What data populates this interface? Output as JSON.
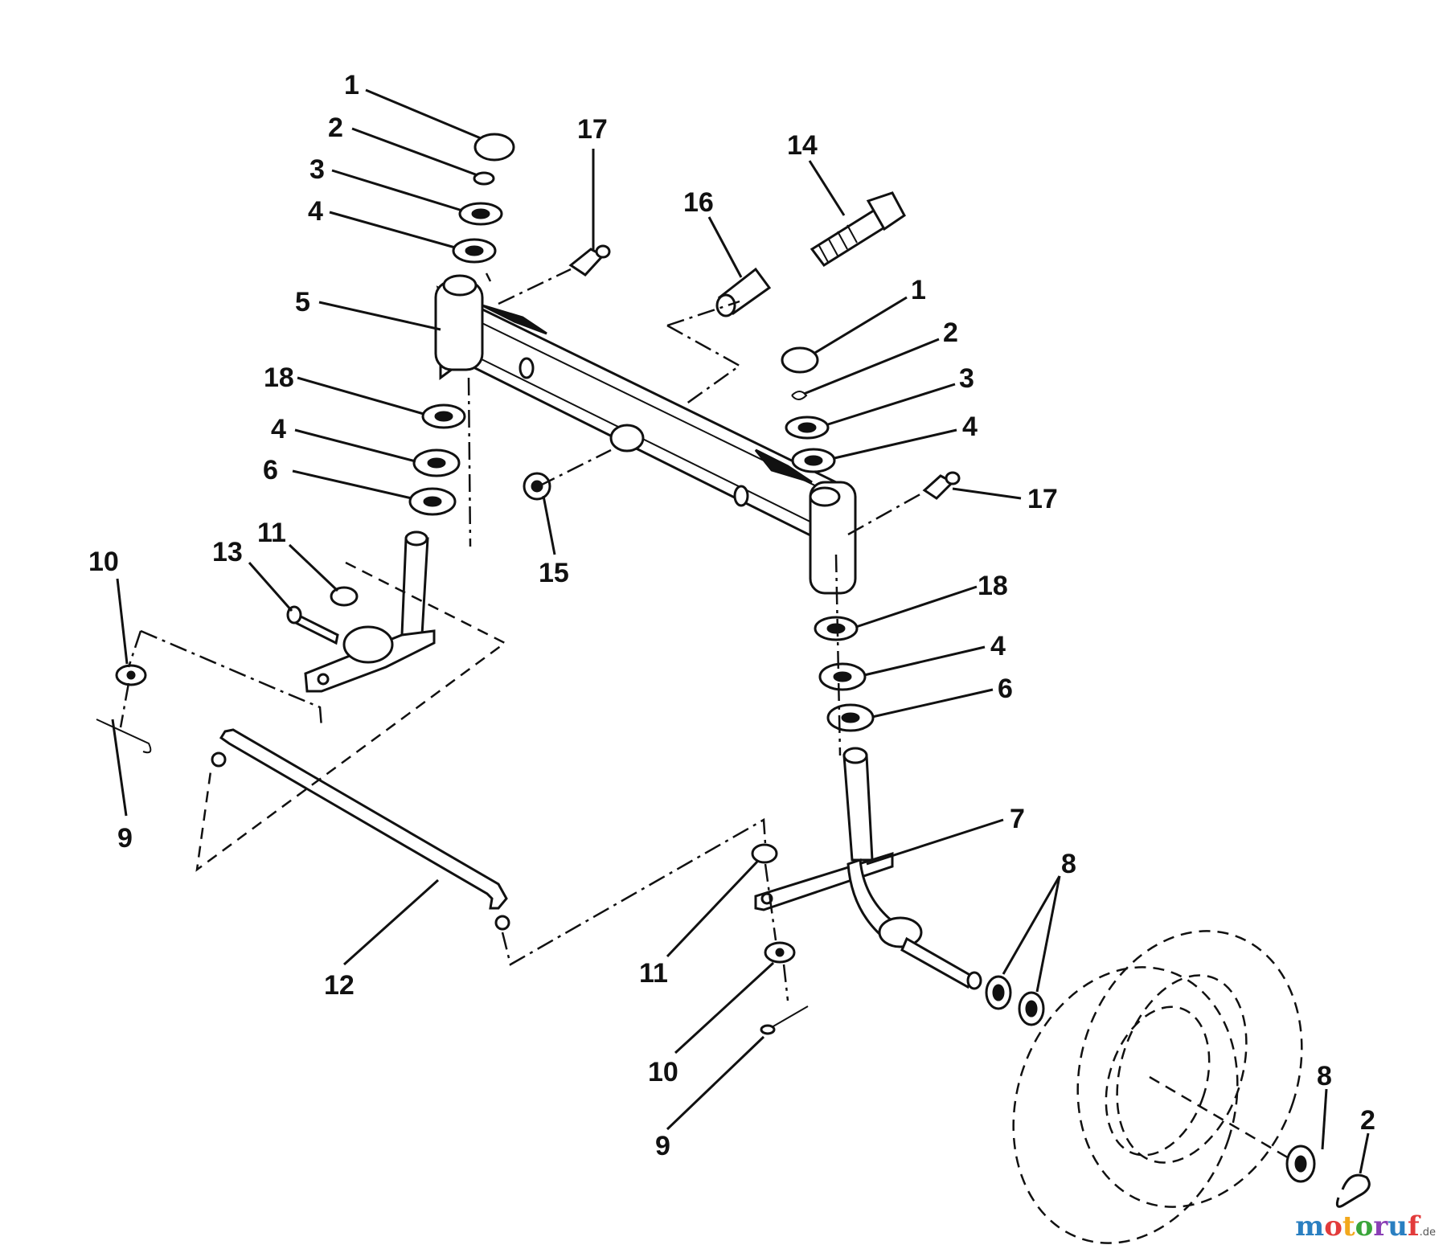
{
  "watermark": {
    "text_main": "motoruf",
    "text_suffix": ".de",
    "colors": [
      "#2a7fc1",
      "#e23b3b",
      "#f2a81d",
      "#3aa53a",
      "#8a3fb5",
      "#2a7fc1",
      "#e23b3b"
    ]
  },
  "callouts": {
    "c1a": "1",
    "c2a": "2",
    "c3a": "3",
    "c4a": "4",
    "c5": "5",
    "c18a": "18",
    "c4b": "4",
    "c6a": "6",
    "c17a": "17",
    "c16": "16",
    "c14": "14",
    "c1b": "1",
    "c2b": "2",
    "c3b": "3",
    "c4c": "4",
    "c17b": "17",
    "c15": "15",
    "c10a": "10",
    "c13": "13",
    "c11a": "11",
    "c9a": "9",
    "c18b": "18",
    "c4d": "4",
    "c6b": "6",
    "c7": "7",
    "c8a": "8",
    "c12": "12",
    "c11b": "11",
    "c10b": "10",
    "c9b": "9",
    "c8b": "8",
    "c2c": "2"
  }
}
